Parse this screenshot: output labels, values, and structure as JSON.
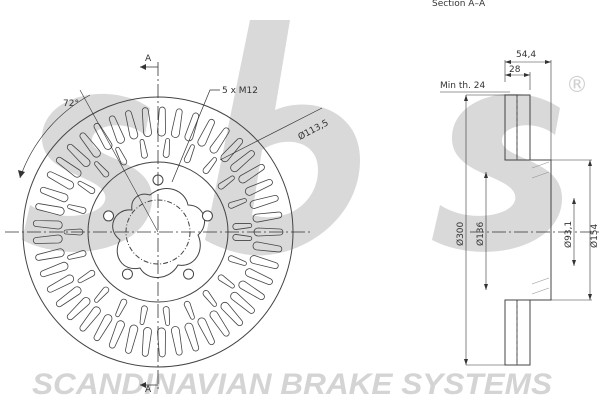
{
  "watermark": {
    "logo_text": "sbs",
    "registered_mark": "®",
    "company": "SCANDINAVIAN BRAKE SYSTEMS"
  },
  "front_view": {
    "section_marker_top": "A",
    "section_marker_bottom": "A",
    "angle_label": "72°",
    "bolt_label": "5 x M12",
    "pcd_label": "Ø113,5",
    "bolt_hole_count": 5,
    "vent_slot_count": 45
  },
  "section_view": {
    "title": "Section A–A",
    "width_label": "54,4",
    "thickness_label": "28",
    "min_thickness_label": "Min th. 24",
    "diameters": {
      "outer": "Ø300",
      "inner_friction": "Ø136",
      "centre_bore": "Ø93,1",
      "hat": "Ø154"
    }
  }
}
